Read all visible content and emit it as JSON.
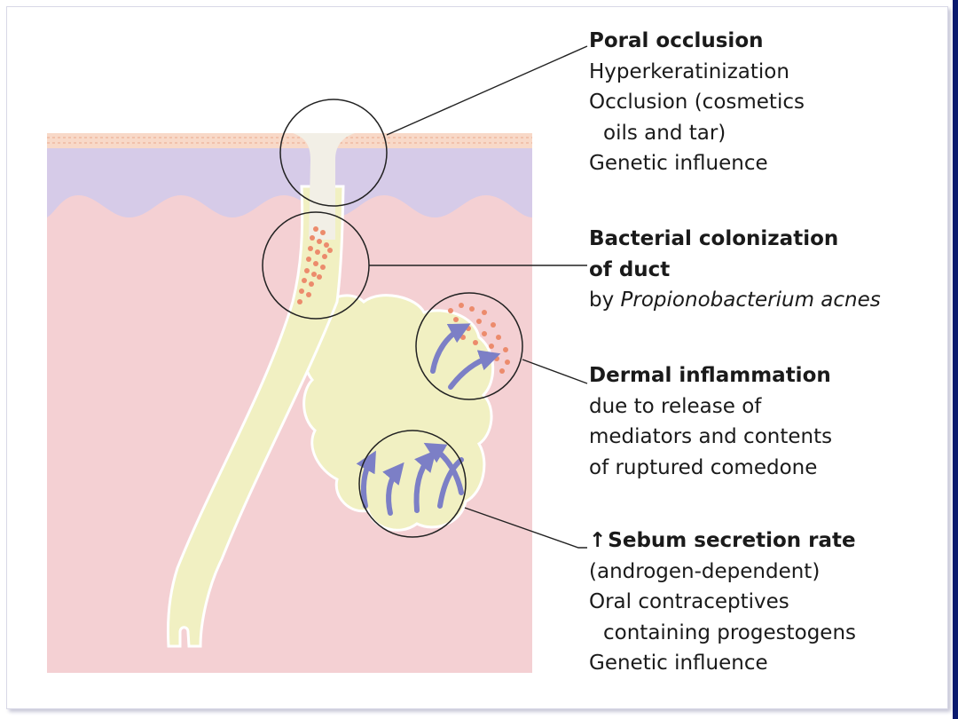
{
  "colors": {
    "dermis": "#f4d0d3",
    "epidermis": "#d6cbe8",
    "stratum_corneum": "#f8d9c8",
    "follicle": "#f1f0c2",
    "duct_top": "#f2efe6",
    "bacteria": "#ec8b6c",
    "arrows": "#7c7fc6",
    "leader_lines": "#222222"
  },
  "labels": {
    "poral_occlusion": {
      "title": "Poral occlusion",
      "line1": "Hyperkeratinization",
      "line2": "Occlusion (cosmetics",
      "line3": "oils and tar)",
      "line4": "Genetic influence"
    },
    "bacterial_colonization": {
      "title_line1": "Bacterial colonization",
      "title_line2": "of duct",
      "by": "by ",
      "organism": "Propionobacterium acnes"
    },
    "dermal_inflammation": {
      "title": "Dermal inflammation",
      "line1": "due to release of",
      "line2": "mediators and contents",
      "line3": "of ruptured comedone"
    },
    "sebum_secretion": {
      "arrow_glyph": "↑",
      "title": "Sebum secretion rate",
      "line1": "(androgen-dependent)",
      "line2": "Oral contraceptives",
      "line3": "containing progestogens",
      "line4": "Genetic influence"
    }
  },
  "icons": {
    "magnifier_circles": "callout-circle",
    "secretion_arrows": "curved-arrow-icon"
  }
}
